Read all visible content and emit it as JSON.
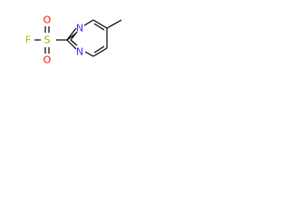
{
  "atoms": {
    "n_top": "N",
    "n_bottom": "N",
    "sulfur": "S",
    "oxygen_top": "O",
    "oxygen_bottom": "O",
    "fluorine": "F"
  },
  "colors": {
    "bond": "#000000",
    "nitrogen": "#3333ff",
    "sulfur": "#a8a800",
    "oxygen": "#ff0d0d",
    "fluorine": "#90d000",
    "background": "#ffffff"
  }
}
